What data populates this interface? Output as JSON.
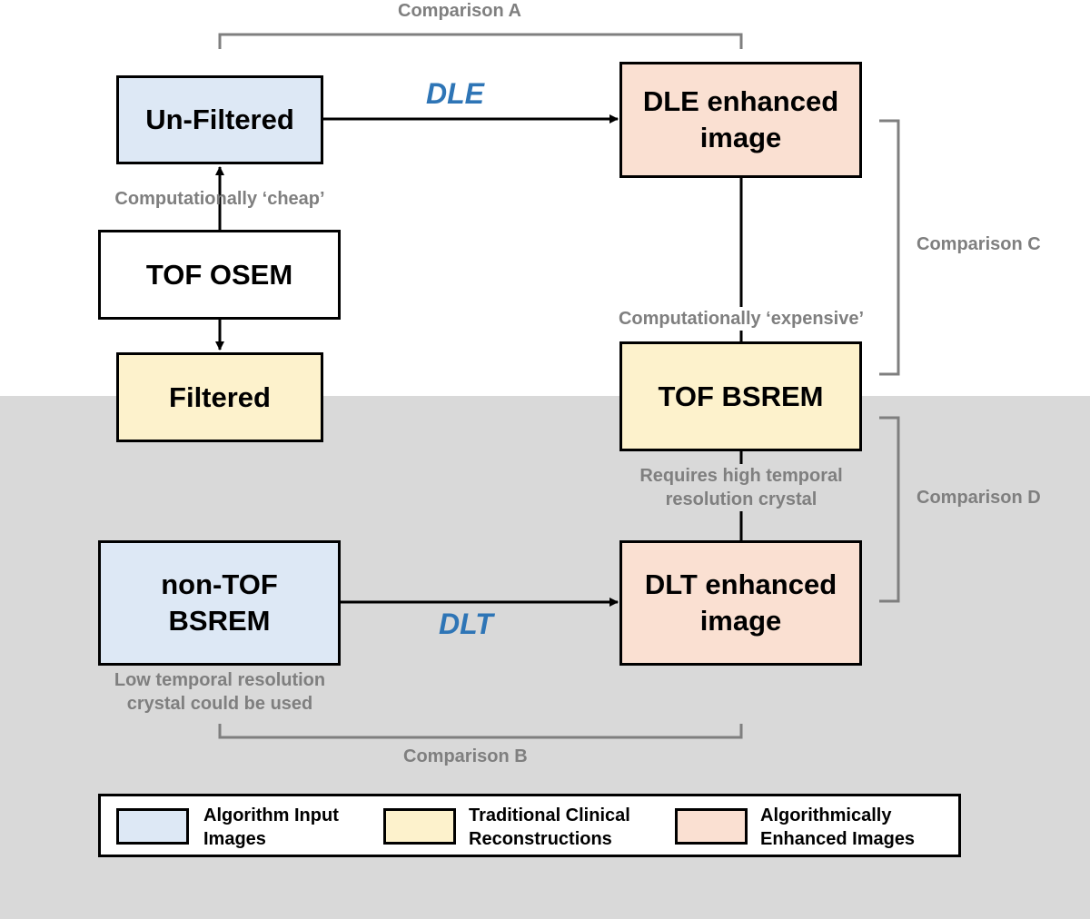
{
  "boxes": {
    "unfiltered": "Un-Filtered",
    "tof_osem": "TOF OSEM",
    "filtered": "Filtered",
    "dle_enhanced": "DLE enhanced image",
    "tof_bsrem": "TOF BSREM",
    "non_tof_bsrem": "non-TOF BSREM",
    "dlt_enhanced": "DLT enhanced image"
  },
  "algorithms": {
    "dle": "DLE",
    "dlt": "DLT"
  },
  "notes": {
    "cheap": "Computationally ‘cheap’",
    "expensive": "Computationally ‘expensive’",
    "high_temporal": "Requires high temporal\nresolution crystal",
    "low_temporal": "Low temporal resolution\ncrystal could be used"
  },
  "comparisons": {
    "a": "Comparison A",
    "b": "Comparison B",
    "c": "Comparison C",
    "d": "Comparison D"
  },
  "legend": {
    "input": "Algorithm Input\nImages",
    "traditional": "Traditional Clinical\nReconstructions",
    "enhanced": "Algorithmically\nEnhanced Images"
  },
  "colors": {
    "input": "#dde8f5",
    "traditional": "#fdf2cc",
    "enhanced": "#fae0d2",
    "background_grey": "#d9d9d9",
    "comparison_text": "#7f7f7f",
    "algorithm_text": "#2e75b6"
  }
}
